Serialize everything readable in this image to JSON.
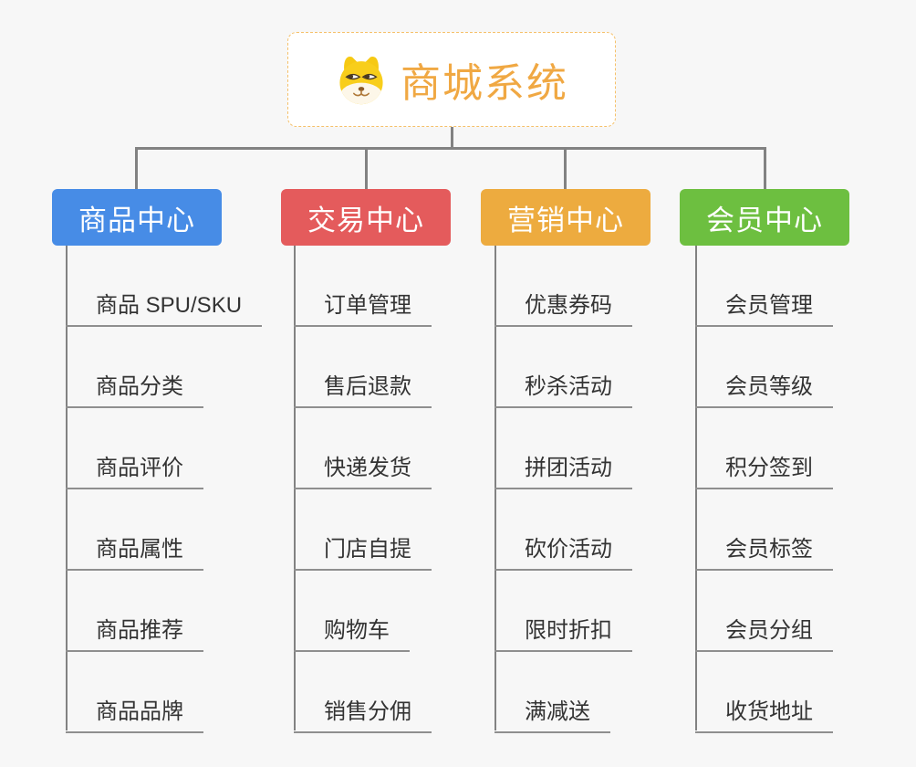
{
  "page": {
    "background_color": "#f7f7f7"
  },
  "connectors": {
    "color": "#828282",
    "underline_color": "#8f8f8f"
  },
  "root": {
    "title": "商城系统",
    "icon": "doge-icon",
    "text_color": "#f0a843",
    "border_color": "#f5c06a",
    "background_color": "#ffffff"
  },
  "branches": [
    {
      "label": "商品中心",
      "color": "#478ce6",
      "items": [
        "商品 SPU/SKU",
        "商品分类",
        "商品评价",
        "商品属性",
        "商品推荐",
        "商品品牌"
      ]
    },
    {
      "label": "交易中心",
      "color": "#e45b5c",
      "items": [
        "订单管理",
        "售后退款",
        "快递发货",
        "门店自提",
        "购物车",
        "销售分佣"
      ]
    },
    {
      "label": "营销中心",
      "color": "#edab3f",
      "items": [
        "优惠券码",
        "秒杀活动",
        "拼团活动",
        "砍价活动",
        "限时折扣",
        "满减送"
      ]
    },
    {
      "label": "会员中心",
      "color": "#6dbf40",
      "items": [
        "会员管理",
        "会员等级",
        "积分签到",
        "会员标签",
        "会员分组",
        "收货地址"
      ]
    }
  ]
}
